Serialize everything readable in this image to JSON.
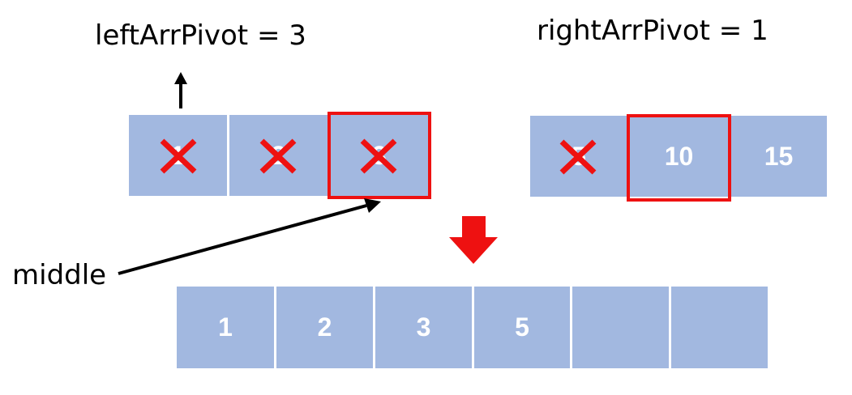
{
  "labels": {
    "left_pivot": "leftArrPivot  =  3",
    "right_pivot": "rightArrPivot  =  1",
    "middle": "middle"
  },
  "left_array": [
    {
      "value": "1",
      "crossed": true
    },
    {
      "value": "2",
      "crossed": true
    },
    {
      "value": "3",
      "crossed": true,
      "highlighted": true
    }
  ],
  "right_array": [
    {
      "value": "5",
      "crossed": true
    },
    {
      "value": "10",
      "crossed": false,
      "highlighted": true
    },
    {
      "value": "15",
      "crossed": false
    }
  ],
  "merged_array": [
    {
      "value": "1"
    },
    {
      "value": "2"
    },
    {
      "value": "3"
    },
    {
      "value": "5"
    },
    {
      "value": ""
    },
    {
      "value": ""
    }
  ],
  "colors": {
    "cell": "#a2b8e0",
    "cross": "#ee1111",
    "highlight": "#ee1111",
    "down_arrow": "#ee1111"
  }
}
